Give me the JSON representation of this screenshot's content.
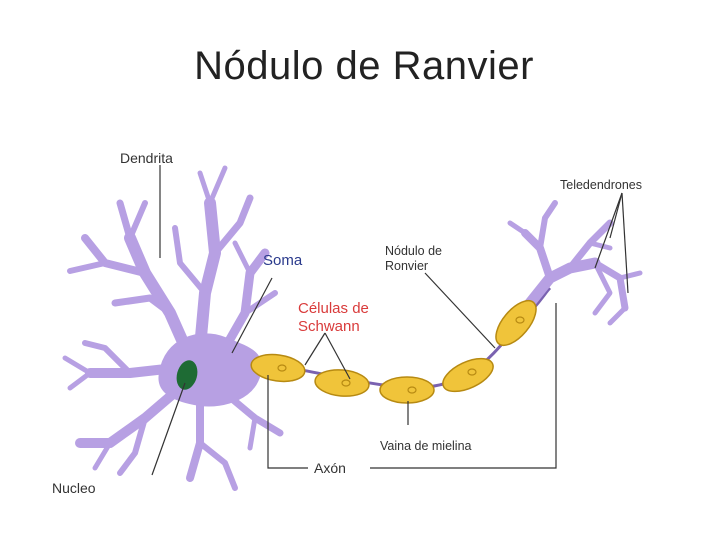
{
  "slide": {
    "title": "Nódulo de Ranvier"
  },
  "labels": {
    "dendrita": "Dendrita",
    "soma": "Soma",
    "nodulo_line1": "Nódulo de",
    "nodulo_line2": "Ronvier",
    "celulas_line1": "Células de",
    "celulas_line2": "Schwann",
    "teledendrones": "Teledendrones",
    "vaina": "Vaina de mielina",
    "axon": "Axón",
    "nucleo": "Nucleo"
  },
  "colors": {
    "neuron": "#b7a0e3",
    "neuron_stroke": "#7a62b0",
    "nucleus": "#1e6b34",
    "myelin": "#f0c43a",
    "myelin_stroke": "#b78a12",
    "red_label": "#d93b3b",
    "blue_label": "#2a3a8c"
  }
}
